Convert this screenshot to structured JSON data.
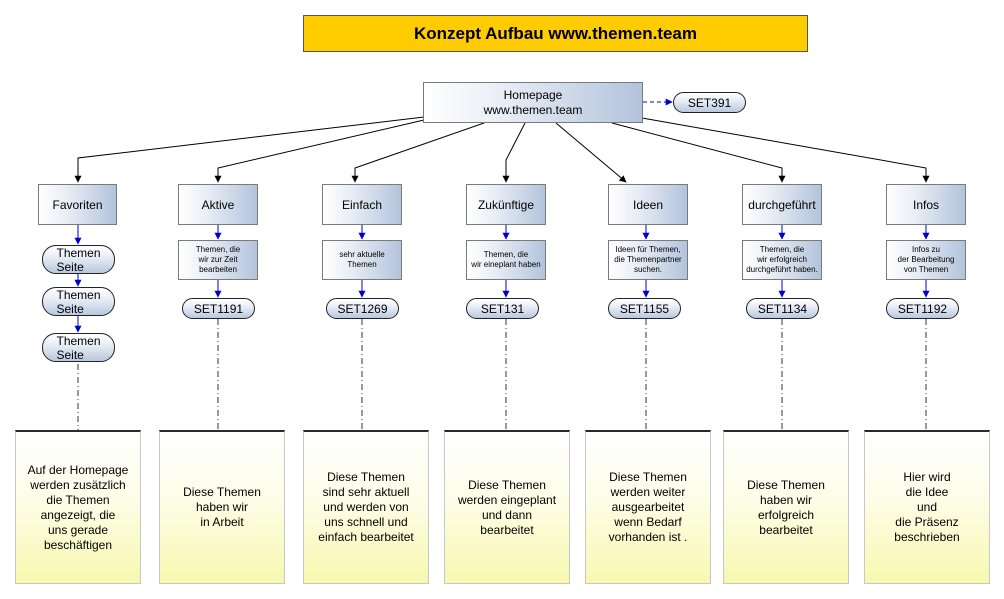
{
  "title": "Konzept Aufbau www.themen.team",
  "homepage": {
    "label": "Homepage\nwww.themen.team",
    "set": "SET391"
  },
  "favorites": {
    "label": "Favoriten",
    "pages": [
      "Themen\nSeite",
      "Themen\nSeite",
      "Themen\nSeite"
    ],
    "note": "Auf der Homepage\nwerden zusätzlich\ndie Themen\nangezeigt, die\nuns gerade\nbeschäftigen"
  },
  "categories": [
    {
      "label": "Aktive",
      "desc": "Themen, die\nwir zur Zeit\nbearbeiten",
      "set": "SET1191",
      "note": "Diese Themen\nhaben wir\nin Arbeit"
    },
    {
      "label": "Einfach",
      "desc": "sehr aktuelle\nThemen",
      "set": "SET1269",
      "note": "Diese Themen\nsind sehr aktuell\nund werden von\nuns schnell und\neinfach  bearbeitet"
    },
    {
      "label": "Zukünftige",
      "desc": "Themen, die\nwir eineplant haben",
      "set": "SET131",
      "note": "Diese Themen\nwerden eingeplant\nund dann\nbearbeitet"
    },
    {
      "label": "Ideen",
      "desc": "Ideen für Themen,\ndie Themenpartner\nsuchen.",
      "set": "SET1155",
      "note": "Diese Themen\nwerden weiter\nausgearbeitet\nwenn Bedarf\nvorhanden ist ."
    },
    {
      "label": "durchgeführt",
      "desc": "Themen, die\nwir erfolgreich\ndurchgeführt haben.",
      "set": "SET1134",
      "note": "Diese Themen\nhaben wir\nerfolgreich\nbearbeitet"
    },
    {
      "label": "Infos",
      "desc": "Infos zu\nder Bearbeitung\nvon Themen",
      "set": "SET1192",
      "note": "Hier wird\ndie Idee\nund\ndie Präsenz\nbeschrieben"
    }
  ],
  "colors": {
    "title_bg": "#ffcc00",
    "arrow_blue": "#0000cc",
    "node_gradient_end": "#b3c3dc",
    "note_yellow": "#f8f8b0"
  }
}
